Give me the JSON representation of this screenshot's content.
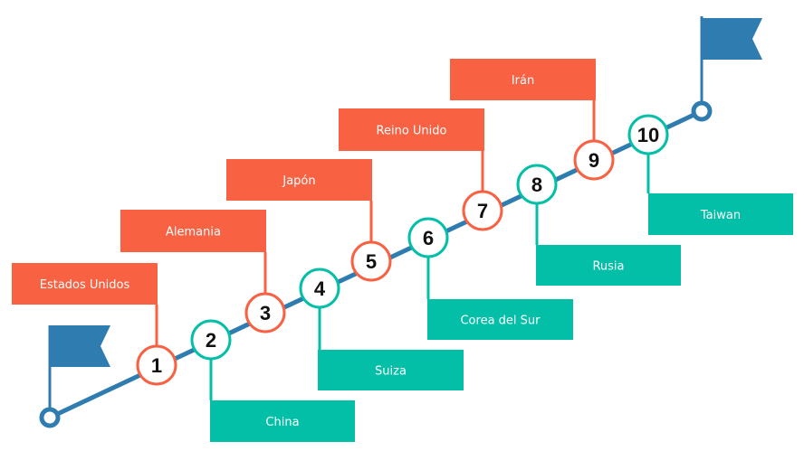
{
  "colors": {
    "path": "#2e7cb0",
    "flag": "#2e7cb0",
    "orange": "#f96143",
    "teal": "#04bfa8",
    "circle_fill": "#ffffff",
    "number_text": "#111111",
    "label_text": "#ffffff"
  },
  "icons": {
    "start_flag": "flag-icon",
    "end_flag": "flag-icon"
  },
  "steps": [
    {
      "number": "1",
      "country": "Estados Unidos",
      "color": "orange"
    },
    {
      "number": "2",
      "country": "China",
      "color": "teal"
    },
    {
      "number": "3",
      "country": "Alemania",
      "color": "orange"
    },
    {
      "number": "4",
      "country": "Suiza",
      "color": "teal"
    },
    {
      "number": "5",
      "country": "Japón",
      "color": "orange"
    },
    {
      "number": "6",
      "country": "Corea del Sur",
      "color": "teal"
    },
    {
      "number": "7",
      "country": "Reino Unido",
      "color": "orange"
    },
    {
      "number": "8",
      "country": "Rusia",
      "color": "teal"
    },
    {
      "number": "9",
      "country": "Irán",
      "color": "orange"
    },
    {
      "number": "10",
      "country": "Taiwan",
      "color": "teal"
    }
  ]
}
